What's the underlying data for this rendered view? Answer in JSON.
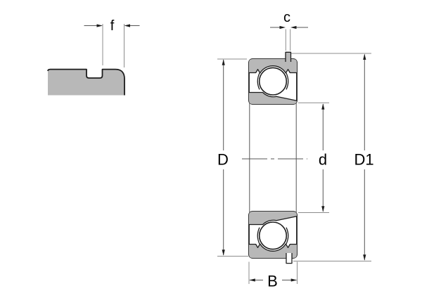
{
  "diagram": {
    "title": "deep-groove ball bearing with snap ring - cross-section drawing",
    "labels": {
      "groove_position": "f",
      "snap_ring_width": "c",
      "outer_diameter": "D",
      "bore_diameter": "d",
      "snap_ring_diameter": "D1",
      "bearing_width": "B"
    },
    "colors": {
      "metal_fill": "#b8b8b8",
      "outline": "#1c1c1c",
      "dimension_line": "#555555",
      "extension_line": "#8c8c8c",
      "label_text": "#000000",
      "background": "#ffffff"
    }
  }
}
